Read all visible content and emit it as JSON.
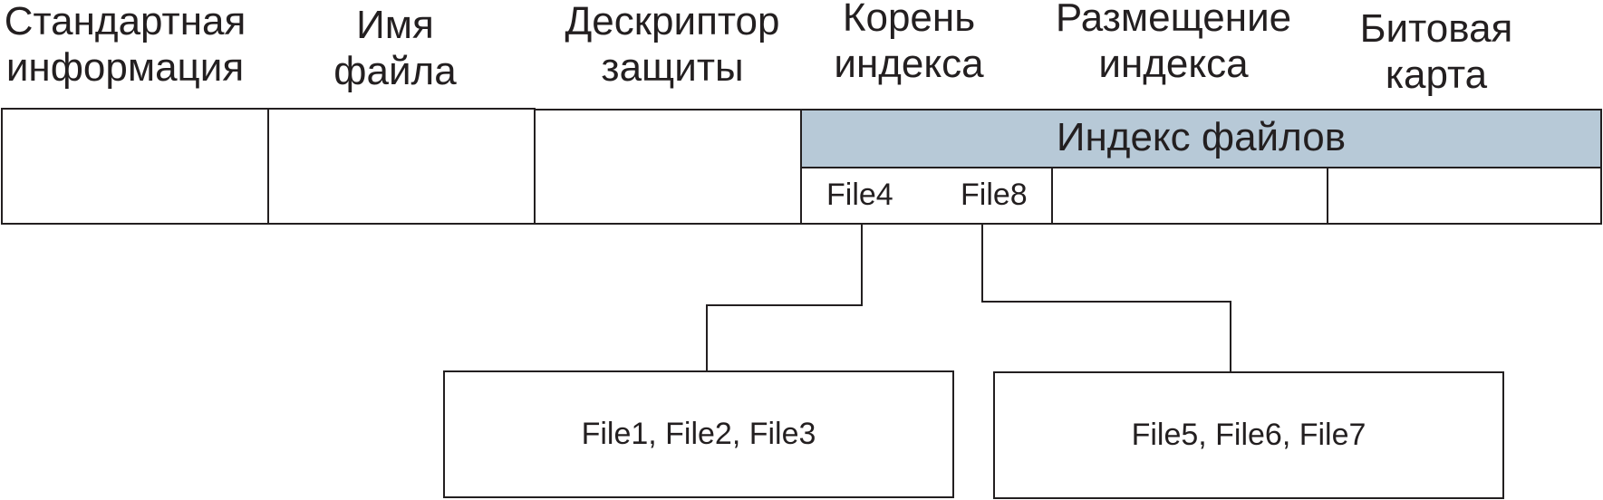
{
  "headers": [
    {
      "line1": "Стандартная",
      "line2": "информация"
    },
    {
      "line1": "Имя",
      "line2": "файла"
    },
    {
      "line1": "Дескриптор",
      "line2": "защиты"
    },
    {
      "line1": "Корень",
      "line2": "индекса"
    },
    {
      "line1": "Размещение",
      "line2": "индекса"
    },
    {
      "line1": "Битовая",
      "line2": "карта"
    }
  ],
  "index_root": {
    "title": "Индекс файлов",
    "keys": [
      "File4",
      "File8"
    ]
  },
  "leaves": [
    {
      "label": "File1, File2, File3"
    },
    {
      "label": "File5, File6, File7"
    }
  ],
  "colors": {
    "index_fill": "#b7c9d7",
    "stroke": "#231f20"
  }
}
